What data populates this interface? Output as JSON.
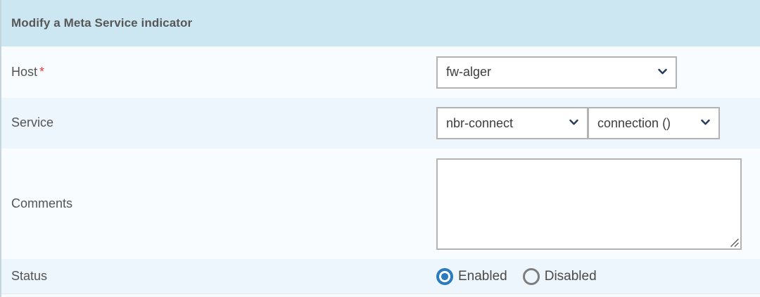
{
  "header": {
    "title": "Modify a Meta Service indicator",
    "background_color": "#cde7f2",
    "text_color": "#575757"
  },
  "form": {
    "rows": [
      {
        "label": "Host",
        "required": true,
        "required_marker": "*",
        "control": "select",
        "value": "fw-alger"
      },
      {
        "label": "Service",
        "required": false,
        "control": "select-pair",
        "service_value": "nbr-connect",
        "metric_value": "connection ()"
      },
      {
        "label": "Comments",
        "required": false,
        "control": "textarea",
        "value": "",
        "placeholder": ""
      },
      {
        "label": "Status",
        "required": false,
        "control": "radio-group",
        "options": [
          {
            "label": "Enabled",
            "selected": true
          },
          {
            "label": "Disabled",
            "selected": false
          }
        ]
      }
    ]
  },
  "colors": {
    "header_bg": "#cde7f2",
    "row_bg": "#f8fcfe",
    "row_bg_alt": "#edf6fc",
    "field_border": "#b3b3b3",
    "chevron": "#23395d",
    "required_star": "#ef3b3b",
    "radio_selected": "#2a7cbf",
    "radio_unselected": "#7d7d7d"
  },
  "icons": {
    "chevron": "chevron-down-icon",
    "resize": "resize-grip-icon"
  }
}
